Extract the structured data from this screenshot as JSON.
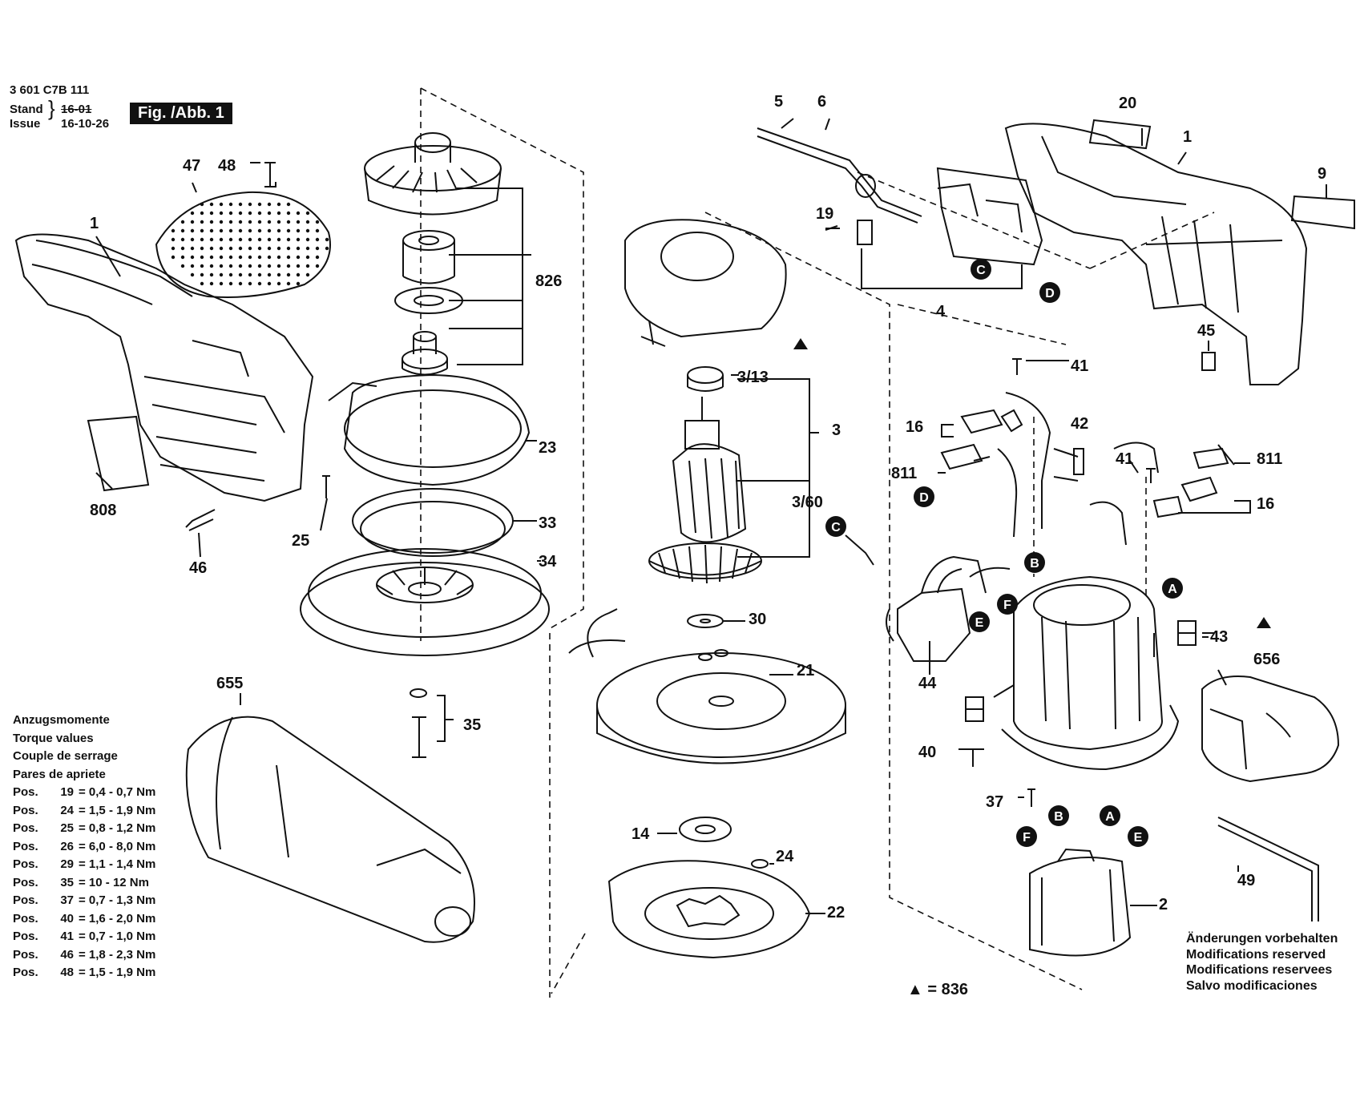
{
  "header": {
    "part_number": "3 601 C7B 111",
    "stand_label": "Stand",
    "issue_label": "Issue",
    "stand_date_struck": "16-01",
    "issue_date": "16-10-26",
    "figure_badge": "Fig. /Abb. 1"
  },
  "part_labels": {
    "p1_left": "1",
    "p47": "47",
    "p48": "48",
    "p808": "808",
    "p46": "46",
    "p826": "826",
    "p23": "23",
    "p25": "25",
    "p33": "33",
    "p34": "34",
    "p35": "35",
    "p655": "655",
    "p3_13": "3/13",
    "p3": "3",
    "p3_60": "3/60",
    "p30": "30",
    "p21": "21",
    "p14": "14",
    "p24": "24",
    "p22": "22",
    "p5": "5",
    "p6": "6",
    "p19": "19",
    "p4": "4",
    "p20": "20",
    "p1_right": "1",
    "p9": "9",
    "p45": "45",
    "p41_top": "41",
    "p16_left": "16",
    "p811_left": "811",
    "p42": "42",
    "p41_mid": "41",
    "p811_right": "811",
    "p16_right": "16",
    "p43": "43",
    "p44": "44",
    "p656": "656",
    "p40": "40",
    "p37": "37",
    "p2": "2",
    "p49": "49"
  },
  "connectors": {
    "A": "A",
    "B": "B",
    "C": "C",
    "D": "D",
    "E": "E",
    "F": "F"
  },
  "torque": {
    "title_de": "Anzugsmomente",
    "title_en": "Torque values",
    "title_fr": "Couple de serrage",
    "title_es": "Pares de apriete",
    "rows": [
      {
        "pos": "Pos.",
        "num": "19",
        "value": "= 0,4 - 0,7 Nm"
      },
      {
        "pos": "Pos.",
        "num": "24",
        "value": "= 1,5 - 1,9 Nm"
      },
      {
        "pos": "Pos.",
        "num": "25",
        "value": "= 0,8 - 1,2 Nm"
      },
      {
        "pos": "Pos.",
        "num": "26",
        "value": "= 6,0 - 8,0 Nm"
      },
      {
        "pos": "Pos.",
        "num": "29",
        "value": "= 1,1 - 1,4 Nm"
      },
      {
        "pos": "Pos.",
        "num": "35",
        "value": "= 10  - 12 Nm"
      },
      {
        "pos": "Pos.",
        "num": "37",
        "value": "= 0,7 - 1,3 Nm"
      },
      {
        "pos": "Pos.",
        "num": "40",
        "value": "= 1,6 - 2,0 Nm"
      },
      {
        "pos": "Pos.",
        "num": "41",
        "value": "= 0,7 - 1,0 Nm"
      },
      {
        "pos": "Pos.",
        "num": "46",
        "value": "= 1,8 - 2,3 Nm"
      },
      {
        "pos": "Pos.",
        "num": "48",
        "value": "= 1,5 - 1,9 Nm"
      }
    ]
  },
  "notes": {
    "de": "Änderungen vorbehalten",
    "en": "Modifications reserved",
    "fr": "Modifications reservees",
    "es": "Salvo modificaciones"
  },
  "legend": {
    "symbol": "▲",
    "text": "= 836"
  }
}
